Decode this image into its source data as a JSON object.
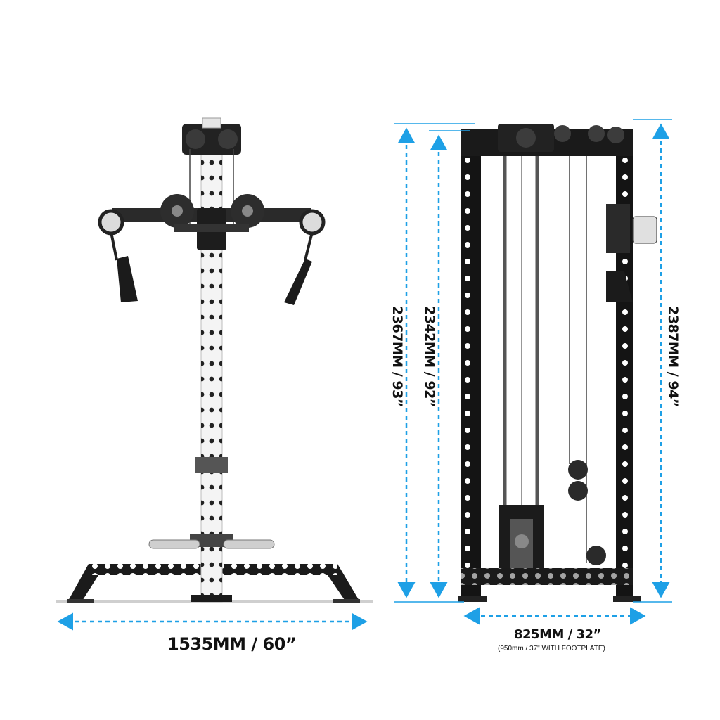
{
  "dimensions": {
    "front_width": "1535MM / 60”",
    "side_width": "825MM / 32”",
    "side_width_note": "(950mm / 37\" WITH FOOTPLATE)",
    "height_outer": "2367MM / 93”",
    "height_inner": "2342MM / 92”",
    "height_right": "2387MM / 94”"
  },
  "colors": {
    "dimension_line": "#1ea0e6",
    "frame_black": "#141414",
    "frame_white": "#f4f4f4"
  }
}
